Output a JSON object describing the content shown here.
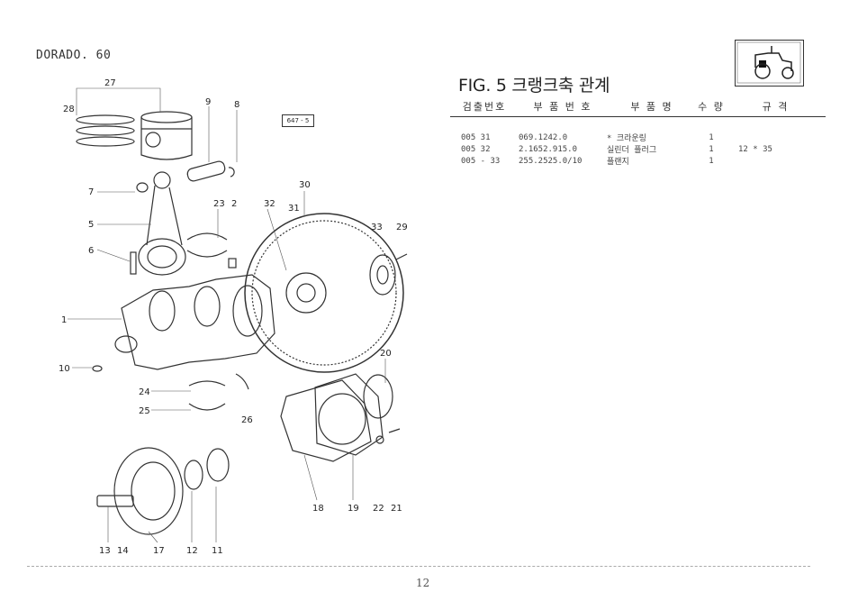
{
  "header": {
    "model": "DORADO. 60",
    "figure_title": "FIG. 5 크랭크축 관계",
    "diagram_ref": "647 - 5",
    "logo_icon": "tractor-icon"
  },
  "parts_table": {
    "columns": [
      "검출번호",
      "부 품 번 호",
      "부 품 명",
      "수 량",
      "규   격"
    ],
    "rows": [
      {
        "no": "005  31",
        "part_number": "069.1242.0",
        "name": "* 크라운링",
        "qty": "1",
        "spec": ""
      },
      {
        "no": "005  32",
        "part_number": "2.1652.915.0",
        "name": "실린더 플러그",
        "qty": "1",
        "spec": "12 * 35"
      },
      {
        "no": "005 - 33",
        "part_number": "255.2525.0/10",
        "name": "플랜지",
        "qty": "1",
        "spec": ""
      }
    ]
  },
  "callouts": [
    "27",
    "28",
    "9",
    "8",
    "7",
    "5",
    "6",
    "30",
    "31",
    "32",
    "23",
    "2",
    "33",
    "29",
    "1",
    "10",
    "24",
    "25",
    "26",
    "20",
    "18",
    "19",
    "22",
    "21",
    "13",
    "14",
    "17",
    "12",
    "11"
  ],
  "footer": {
    "page_number": "12"
  }
}
